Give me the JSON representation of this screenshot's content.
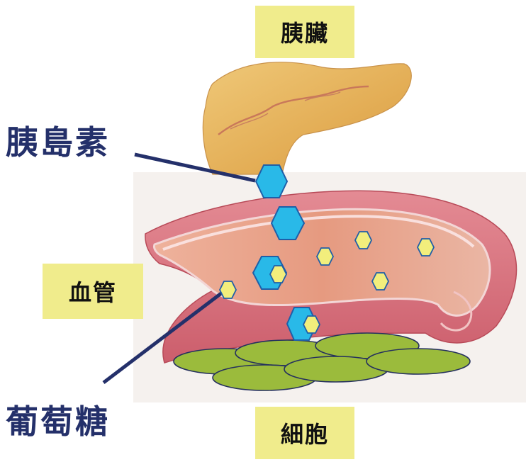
{
  "labels": {
    "pancreas": "胰臟",
    "blood_vessel": "血管",
    "cell": "細胞",
    "insulin": "胰島素",
    "glucose": "葡萄糖"
  },
  "colors": {
    "label_bg": "#f0ec8c",
    "callout_text": "#24306a",
    "insulin_fill": "#29b9e8",
    "insulin_stroke": "#1f5fa8",
    "glucose_fill": "#f2ee7c",
    "glucose_stroke": "#1f5fa8",
    "cell_fill": "#9bbb3c",
    "cell_stroke": "#25305e",
    "pancreas_fill": "#e8b95e",
    "vessel_outer": "#d86e7a",
    "vessel_inner": "#e9a08a"
  }
}
